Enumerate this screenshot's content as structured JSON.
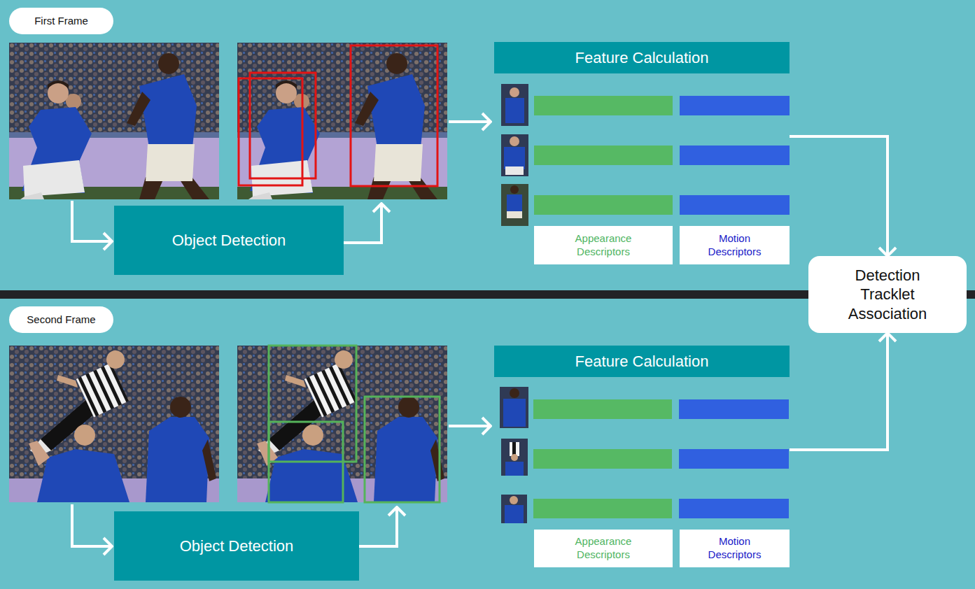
{
  "diagram": {
    "nodes": [
      {
        "text": [
          "First Frame"
        ]
      },
      {
        "text": [
          "Object Detection"
        ]
      },
      {
        "text": [
          "Feature Calculation"
        ]
      },
      {
        "text": [
          "Appearance Descriptors"
        ],
        "in": 2
      },
      {
        "text": [
          "Motion Descriptors"
        ],
        "in": 2
      },
      {
        "text": [
          "Detection Tracklet Association"
        ]
      },
      {
        "text": [
          "Second Frame"
        ]
      },
      {
        "text": [
          "Object Detection"
        ]
      },
      {
        "text": [
          "Feature Calculation"
        ]
      },
      {
        "text": [
          "Appearance Descriptors"
        ],
        "in": 8
      },
      {
        "text": [
          "Motion Descriptors"
        ],
        "in": 8
      }
    ],
    "edges": [
      {
        "from": 2,
        "to": 5,
        "arrow": "to"
      },
      {
        "from": 8,
        "to": 5,
        "arrow": "to"
      }
    ]
  }
}
